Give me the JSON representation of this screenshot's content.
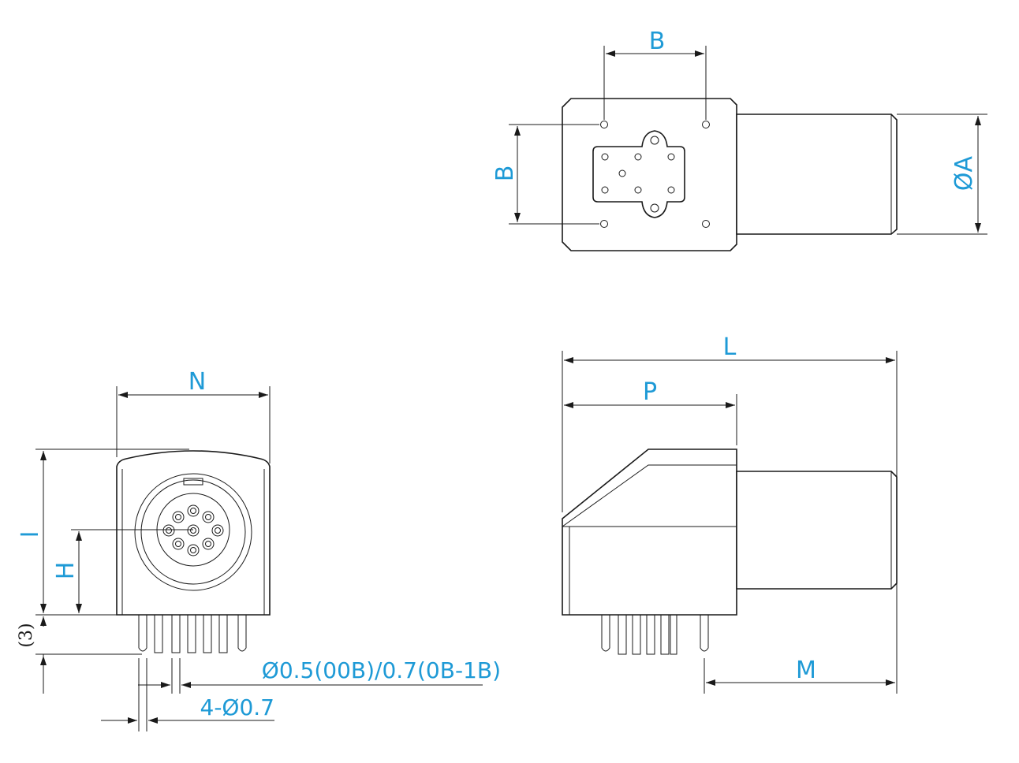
{
  "labels": {
    "top_b_horizontal": "B",
    "top_b_vertical": "B",
    "diameter_a": "ØA",
    "length_l": "L",
    "length_p": "P",
    "length_m": "M",
    "width_n": "N",
    "height_i": "I",
    "height_h": "H",
    "pin_offset": "(3)",
    "pin_diameter": "Ø0.5(00B)/0.7(0B-1B)",
    "mount_pin_diameter": "4-Ø0.7"
  },
  "colors": {
    "label": "#1e9ad6",
    "line": "#1a1a1a"
  }
}
